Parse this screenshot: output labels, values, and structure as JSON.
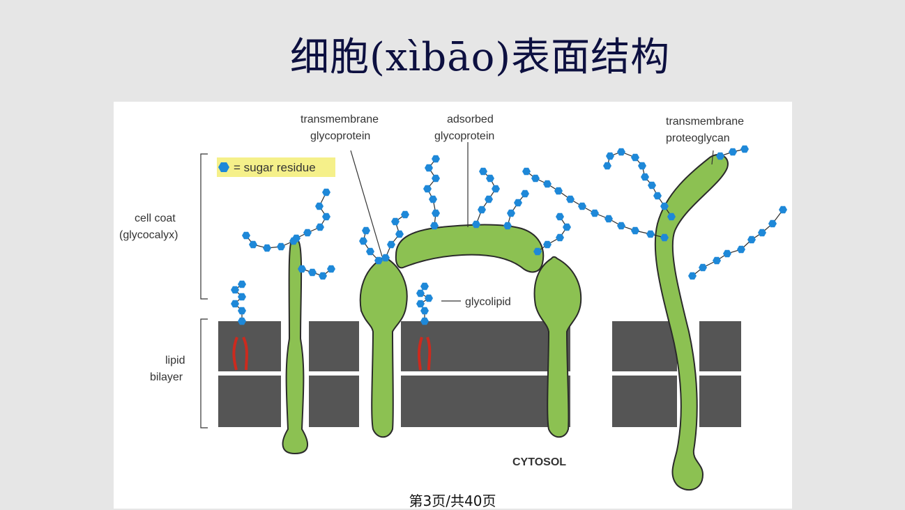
{
  "slide": {
    "title": "细胞(xìbāo)表面结构",
    "page_indicator": "第3页/共40页"
  },
  "figure": {
    "legend": {
      "icon": "hexagon-icon",
      "text": "= sugar residue",
      "highlight_color": "#f5f08a"
    },
    "labels": {
      "transmembrane_glycoprotein_line1": "transmembrane",
      "transmembrane_glycoprotein_line2": "glycoprotein",
      "adsorbed_glycoprotein_line1": "adsorbed",
      "adsorbed_glycoprotein_line2": "glycoprotein",
      "proteoglycan_line1": "transmembrane",
      "proteoglycan_line2": "proteoglycan",
      "cell_coat_line1": "cell coat",
      "cell_coat_line2": "(glycocalyx)",
      "glycolipid": "glycolipid",
      "lipid_bilayer_line1": "lipid",
      "lipid_bilayer_line2": "bilayer",
      "cytosol": "CYTOSOL"
    },
    "colors": {
      "protein_green": "#8cc152",
      "protein_outline": "#2a2a2a",
      "sugar_blue": "#1e88d8",
      "membrane_gray": "#555555",
      "lipid_tail_red": "#cc2a1e"
    }
  }
}
